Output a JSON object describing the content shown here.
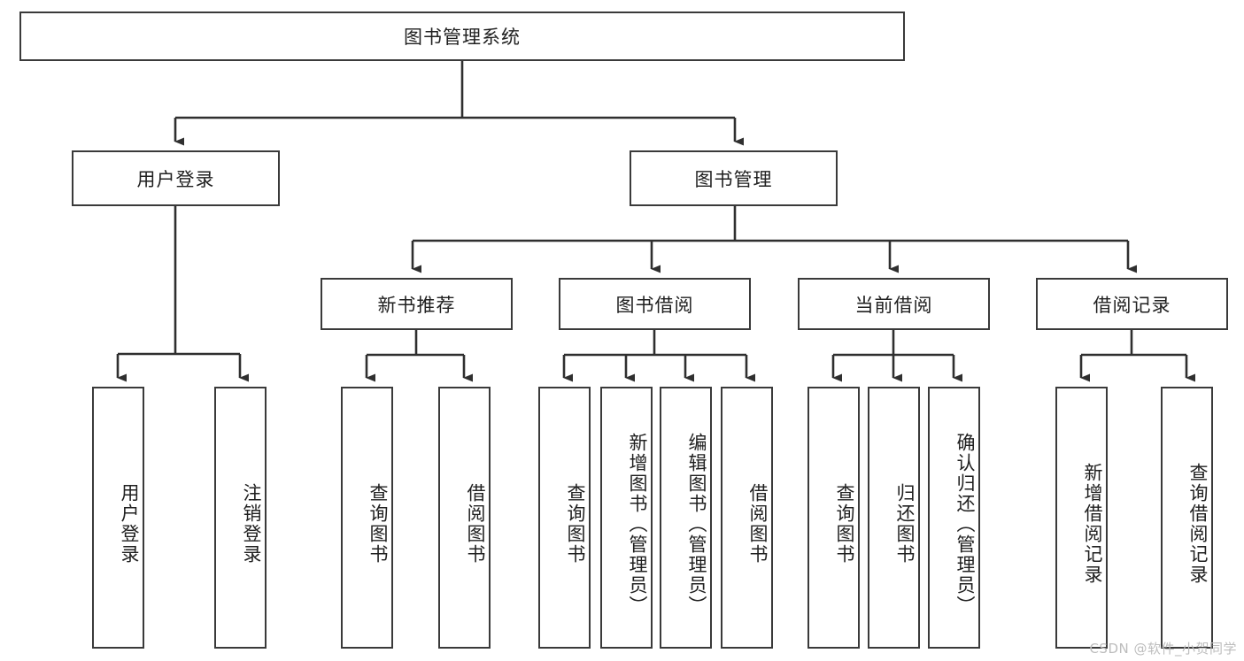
{
  "diagram": {
    "type": "hierarchy-tree",
    "title": "图书管理系统",
    "root": {
      "label": "图书管理系统"
    },
    "level2": [
      {
        "label": "用户登录"
      },
      {
        "label": "图书管理"
      }
    ],
    "level3": [
      {
        "label": "新书推荐"
      },
      {
        "label": "图书借阅"
      },
      {
        "label": "当前借阅"
      },
      {
        "label": "借阅记录"
      }
    ],
    "leaves": {
      "user_login": [
        {
          "label": "用户登录"
        },
        {
          "label": "注销登录"
        }
      ],
      "new_book_recommend": [
        {
          "label": "查询图书"
        },
        {
          "label": "借阅图书"
        }
      ],
      "book_borrow": [
        {
          "label": "查询图书"
        },
        {
          "label": "新增图书（管理员）"
        },
        {
          "label": "编辑图书（管理员）"
        },
        {
          "label": "借阅图书"
        }
      ],
      "current_borrow": [
        {
          "label": "查询图书"
        },
        {
          "label": "归还图书"
        },
        {
          "label": "确认归还（管理员）"
        }
      ],
      "borrow_record": [
        {
          "label": "新增借阅记录"
        },
        {
          "label": "查询借阅记录"
        }
      ]
    }
  },
  "watermark": {
    "text": "CSDN @软件_小贺同学"
  },
  "colors": {
    "box_border": "#3a3a3a",
    "line": "#2f2f2f",
    "text": "#202020",
    "background": "#ffffff",
    "watermark": "#bdbdbd"
  }
}
